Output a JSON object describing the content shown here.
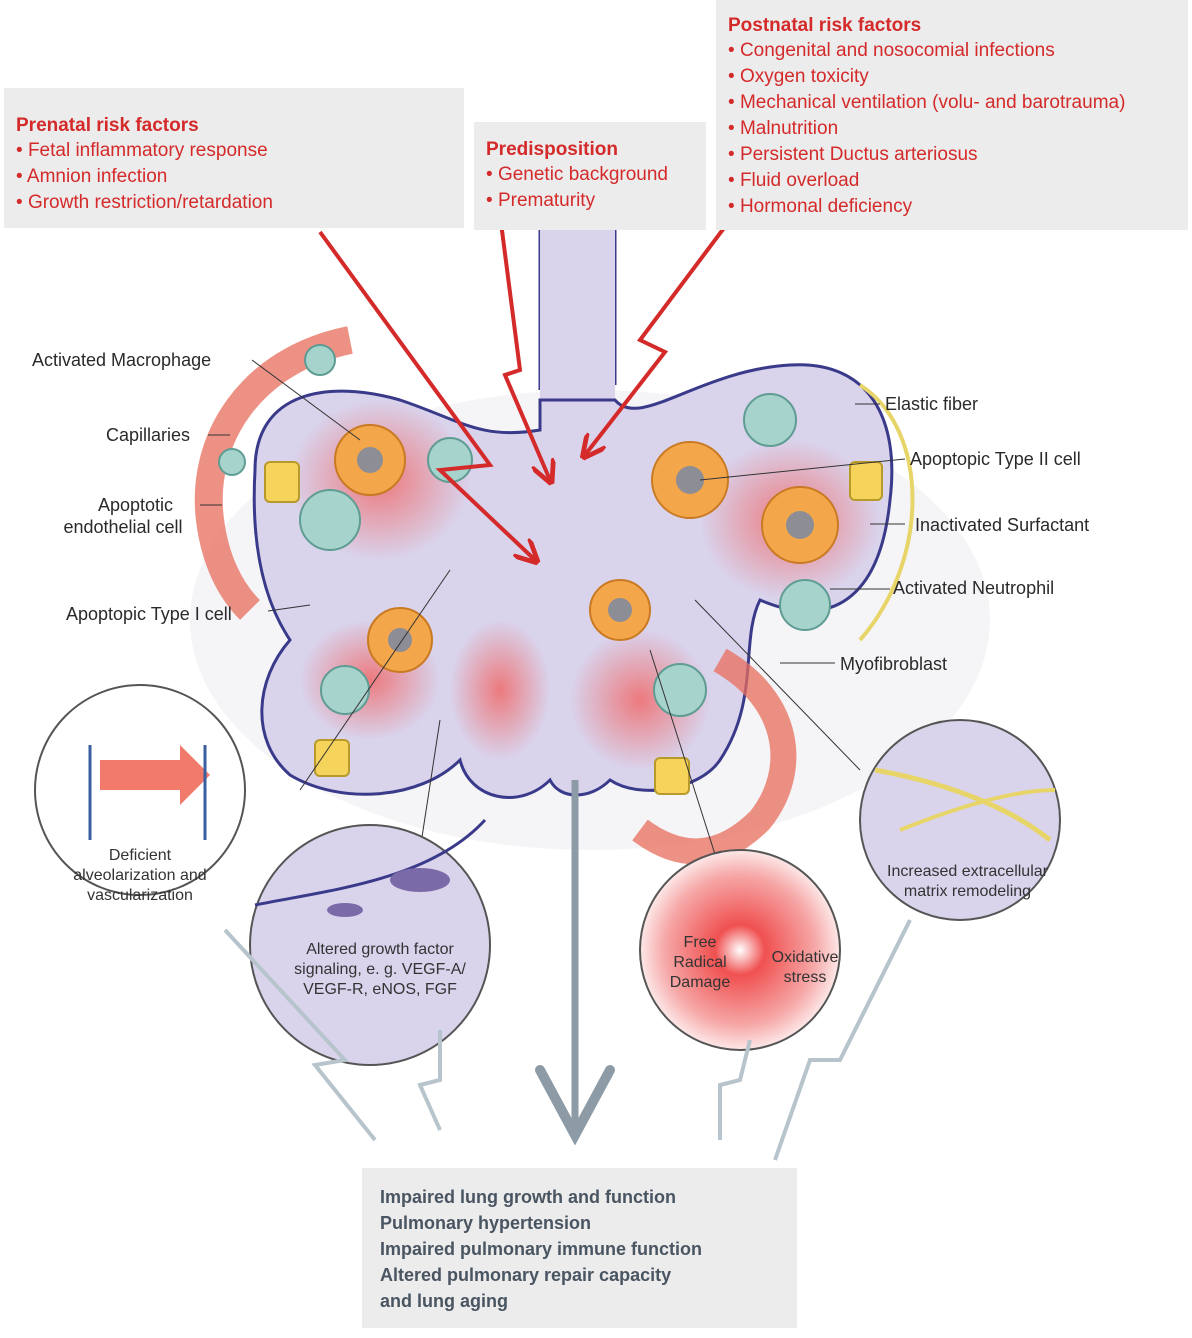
{
  "prenatal": {
    "title": "Prenatal risk factors",
    "items": [
      "Fetal inflammatory response",
      "Amnion infection",
      "Growth restriction/retardation"
    ]
  },
  "predisposition": {
    "title": "Predisposition",
    "items": [
      "Genetic background",
      "Prematurity"
    ]
  },
  "postnatal": {
    "title": "Postnatal risk factors",
    "items": [
      "Congenital and nosocomial infections",
      "Oxygen toxicity",
      "Mechanical ventilation (volu- and barotrauma)",
      "Malnutrition",
      "Persistent Ductus arteriosus",
      "Fluid overload",
      "Hormonal deficiency"
    ]
  },
  "labels": {
    "activated_macrophage": "Activated Macrophage",
    "capillaries": "Capillaries",
    "apoptotic_endothelial_1": "Apoptotic",
    "apoptotic_endothelial_2": "endothelial cell",
    "apoptopic_type1": "Apoptopic Type I cell",
    "elastic_fiber": "Elastic fiber",
    "apoptopic_type2": "Apoptopic Type II cell",
    "inactivated_surfactant": "Inactivated Surfactant",
    "activated_neutrophil": "Activated Neutrophil",
    "myofibroblast": "Myofibroblast"
  },
  "insets": {
    "alveolarization": [
      "Deficient",
      "alveolarization and",
      "vascularization"
    ],
    "growth_factor": [
      "Altered growth factor",
      "signaling, e. g. VEGF-A/",
      "VEGF-R, eNOS, FGF"
    ],
    "free_radical": [
      "Free",
      "Radical",
      "Damage"
    ],
    "oxidative": [
      "Oxidative",
      "stress"
    ],
    "ecm": [
      "Increased extracellular",
      "matrix remodeling"
    ]
  },
  "outcomes": [
    "Impaired lung growth and function",
    "Pulmonary hypertension",
    "Impaired pulmonary immune function",
    "Altered pulmonary repair capacity",
    "and lung aging"
  ]
}
